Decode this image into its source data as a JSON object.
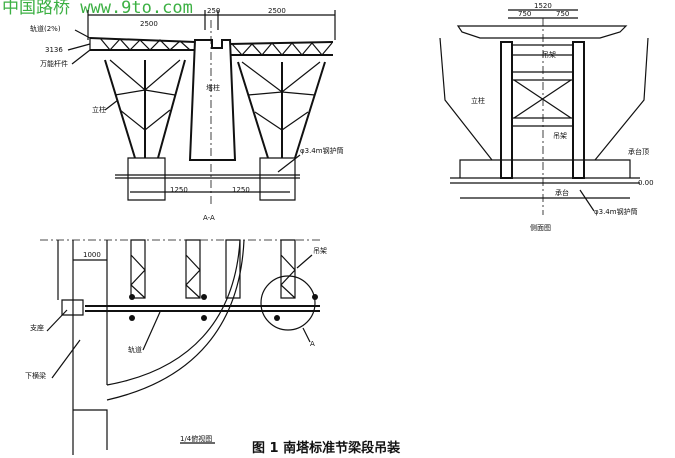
{
  "watermark": "中国路桥 www.9to.com",
  "figure_title": "图 1   南塔标准节梁段吊装",
  "section_aa": {
    "caption": "A-A",
    "dims": [
      "2500",
      "250",
      "2500"
    ],
    "labels": {
      "track": "轨道(2%)",
      "beam": "3136",
      "universal_member": "万能杆件",
      "column": "立柱",
      "tower": "塔柱",
      "casing": "φ3.4m钢护筒",
      "cap_dim_left": "1250",
      "cap_dim_right": "1250"
    }
  },
  "side_view": {
    "caption": "侧面图",
    "dims": [
      "1520",
      "750",
      "750"
    ],
    "labels": {
      "hanger_top": "吊架",
      "column": "立柱",
      "hanger_bottom": "吊架",
      "level_top": "承台顶",
      "level_bottom": "0.00",
      "casing": "φ3.4m钢护筒",
      "cap": "承台"
    }
  },
  "plan_view": {
    "caption": "1/4俯视图",
    "labels": {
      "hanger": "吊架",
      "support": "支座",
      "track": "轨道",
      "lower_beam": "下横梁",
      "detail": "A",
      "dim": "1000"
    }
  }
}
